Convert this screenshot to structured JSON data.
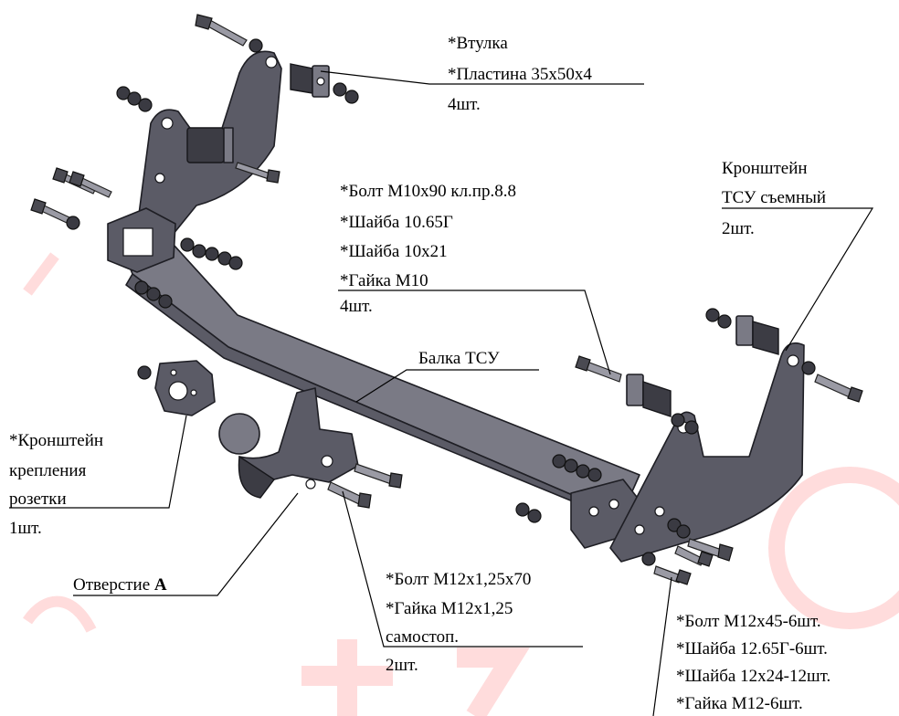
{
  "labels": {
    "bushing_plate": [
      "*Втулка",
      "*Пластина 35х50х4",
      "4шт."
    ],
    "removable_bracket": [
      "Кронштейн",
      "ТСУ съемный",
      "2шт."
    ],
    "bolt_m10_kit": [
      "*Болт М10х90 кл.пр.8.8",
      "*Шайба 10.65Г",
      "*Шайба 10х21",
      "*Гайка М10",
      "4шт."
    ],
    "beam": "Балка ТСУ",
    "socket_bracket": [
      "*Кронштейн",
      "крепления",
      "розетки",
      "1шт."
    ],
    "hole_a": {
      "text": "Отверстие ",
      "bold": "А"
    },
    "bolt_m12_kit": [
      "*Болт М12х1,25х70",
      "*Гайка М12х1,25",
      "самостоп.",
      "2шт."
    ],
    "bolt_m12_45_kit": [
      "*Болт М12х45-6шт.",
      "*Шайба 12.65Г-6шт.",
      "*Шайба 12х24-12шт.",
      "*Гайка М12-6шт."
    ]
  },
  "colors": {
    "steel": "#5b5b66",
    "steel_light": "#7a7a85",
    "hardware": "#3a3a42",
    "watermark": "#ff9a9a"
  }
}
